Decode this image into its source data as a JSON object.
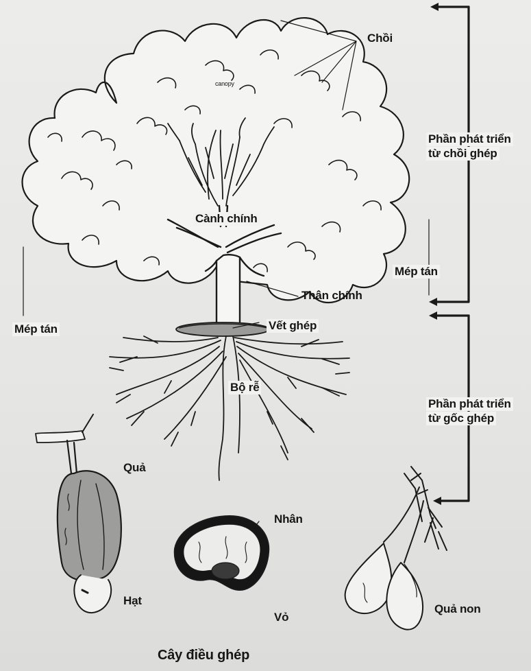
{
  "labels": {
    "choi": "Chồi",
    "phan_phat_trien_choi_line1": "Phần phát triển",
    "phan_phat_trien_choi_line2": "từ chồi ghép",
    "canh_chinh": "Cành chính",
    "mep_tan_right": "Mép tán",
    "than_chinh": "Thân chính",
    "mep_tan_left": "Mép tán",
    "vet_ghep": "Vết ghép",
    "bo_re": "Bộ rễ",
    "phan_phat_trien_goc_line1": "Phần phát triển",
    "phan_phat_trien_goc_line2": "từ gốc ghép",
    "qua": "Quả",
    "hat": "Hạt",
    "nhan": "Nhân",
    "vo": "Vỏ",
    "qua_non": "Quả non",
    "canopy_tiny": "canopy",
    "title": "Cây điều ghép"
  },
  "colors": {
    "ink": "#1a1a1a",
    "background": "#e9e9e7"
  }
}
